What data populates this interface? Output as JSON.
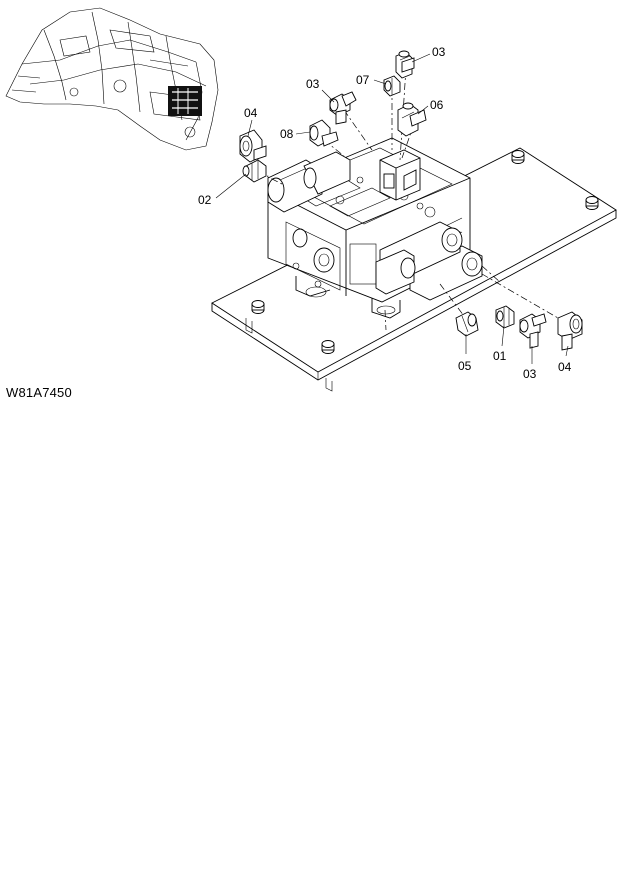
{
  "figure_id": "W81A7450",
  "callouts": {
    "c01": "01",
    "c02": "02",
    "c03_top": "03",
    "c03_upper": "03",
    "c03_lower": "03",
    "c04_left": "04",
    "c04_right": "04",
    "c05": "05",
    "c06": "06",
    "c07": "07",
    "c08": "08"
  }
}
